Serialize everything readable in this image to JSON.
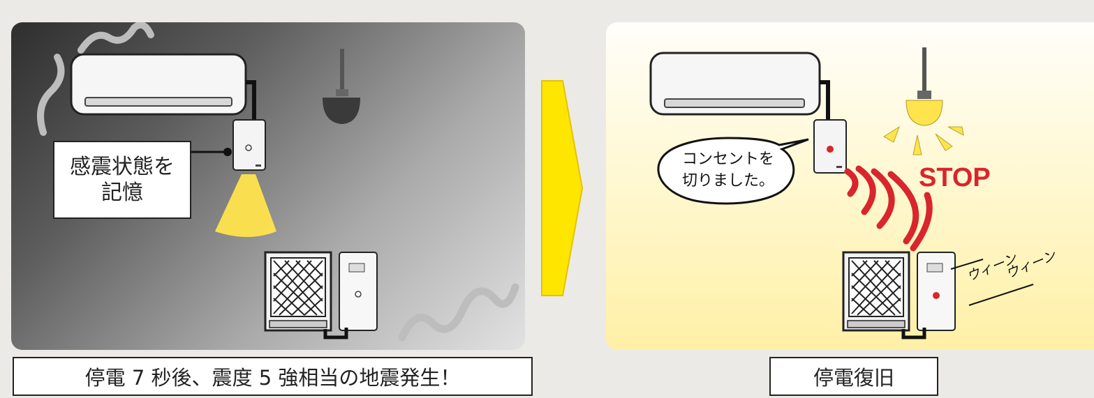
{
  "left_scene": {
    "memory_label_line1": "感震状態を",
    "memory_label_line2": "記憶",
    "caption": "停電 7 秒後、震度 5 強相当の地震発生！"
  },
  "right_scene": {
    "bubble_line1": "コンセントを",
    "bubble_line2": "切りました。",
    "stop_label": "STOP",
    "sound_word_1": "ウィーン",
    "sound_word_2": "ウィーン",
    "caption": "停電復旧"
  },
  "colors": {
    "arrow": "#ffe600",
    "signal": "#d9252c",
    "light": "#ffe44d"
  }
}
